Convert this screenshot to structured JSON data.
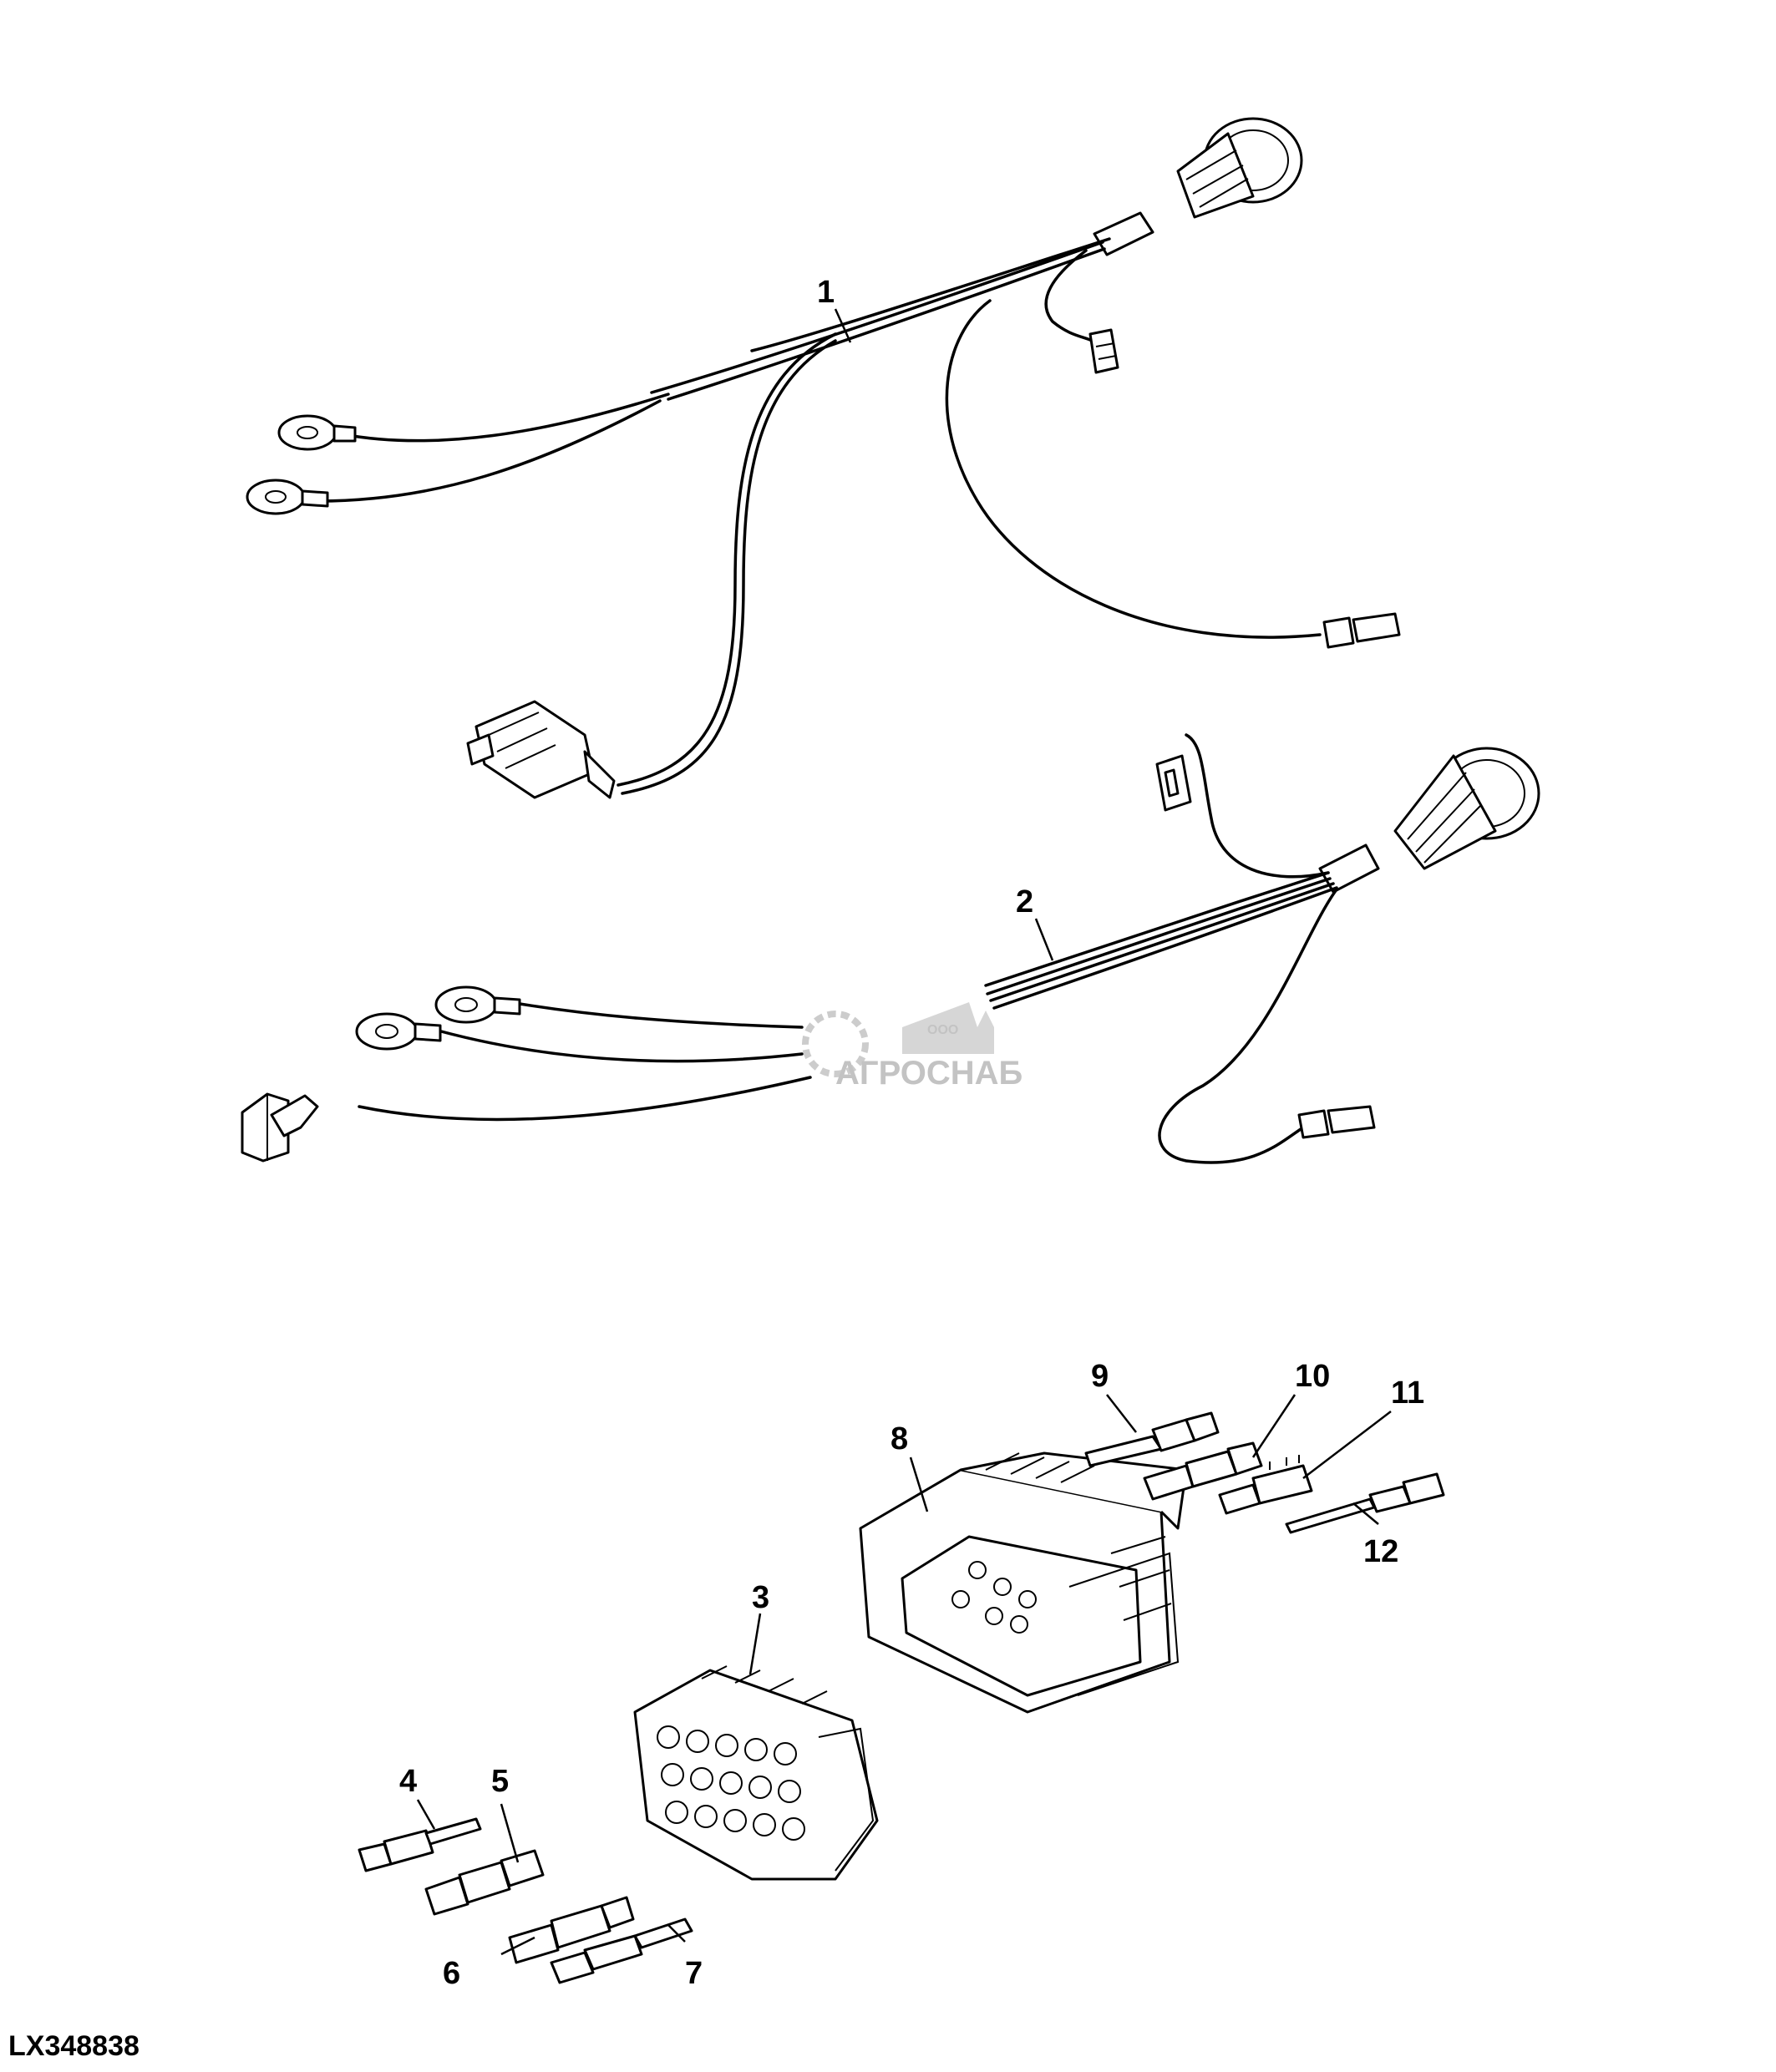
{
  "figure_id": "LX348838",
  "watermark": {
    "company_prefix": "ООО",
    "company_name": "АГРОСНАБ"
  },
  "callouts": [
    {
      "id": "1",
      "label": "1"
    },
    {
      "id": "2",
      "label": "2"
    },
    {
      "id": "3",
      "label": "3"
    },
    {
      "id": "4",
      "label": "4"
    },
    {
      "id": "5",
      "label": "5"
    },
    {
      "id": "6",
      "label": "6"
    },
    {
      "id": "7",
      "label": "7"
    },
    {
      "id": "8",
      "label": "8"
    },
    {
      "id": "9",
      "label": "9"
    },
    {
      "id": "10",
      "label": "10"
    },
    {
      "id": "11",
      "label": "11"
    },
    {
      "id": "12",
      "label": "12"
    }
  ]
}
